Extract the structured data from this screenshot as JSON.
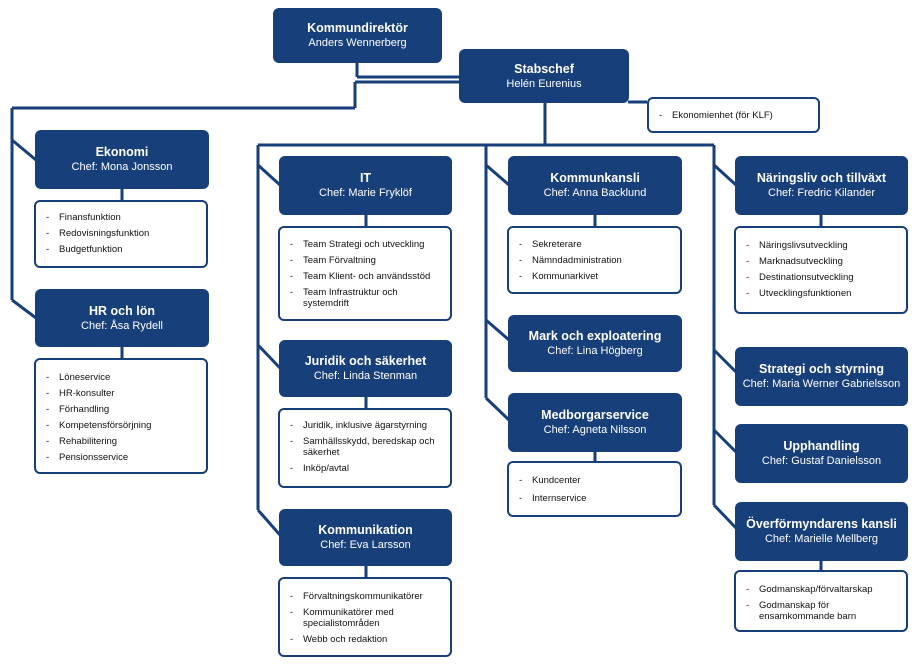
{
  "ceo": {
    "title": "Kommundirektör",
    "name": "Anders Wennerberg"
  },
  "stab": {
    "title": "Stabschef",
    "name": "Helén Eurenius"
  },
  "stab_note": "Ekonomienhet (för KLF)",
  "ekonomi": {
    "title": "Ekonomi",
    "name": "Chef: Mona Jonsson",
    "items": [
      "Finansfunktion",
      "Redovisningsfunktion",
      "Budgetfunktion"
    ]
  },
  "hr": {
    "title": "HR och lön",
    "name": "Chef: Åsa Rydell",
    "items": [
      "Löneservice",
      "HR-konsulter",
      "Förhandling",
      "Kompetensförsörjning",
      "Rehabilitering",
      "Pensionsservice"
    ]
  },
  "it": {
    "title": "IT",
    "name": "Chef: Marie Fryklöf",
    "items": [
      "Team Strategi och utveckling",
      "Team Förvaltning",
      "Team Klient- och användsstöd",
      "Team Infrastruktur och systemdrift"
    ]
  },
  "juridik": {
    "title": "Juridik och säkerhet",
    "name": "Chef: Linda Stenman",
    "items": [
      "Juridik, inklusive ägarstyrning",
      "Samhällsskydd, beredskap och säkerhet",
      "Inköp/avtal"
    ]
  },
  "kommunikation": {
    "title": "Kommunikation",
    "name": "Chef: Eva Larsson",
    "items": [
      "Förvaltningskommunikatörer",
      "Kommunikatörer med specialistområden",
      "Webb och redaktion"
    ]
  },
  "kansli": {
    "title": "Kommunkansli",
    "name": "Chef: Anna Backlund",
    "items": [
      "Sekreterare",
      "Nämndadministration",
      "Kommunarkivet"
    ]
  },
  "mark": {
    "title": "Mark och exploatering",
    "name": "Chef: Lina Högberg"
  },
  "medborgar": {
    "title": "Medborgarservice",
    "name": "Chef: Agneta Nilsson",
    "items": [
      "Kundcenter",
      "Internservice"
    ]
  },
  "naringsliv": {
    "title": "Näringsliv och tillväxt",
    "name": "Chef: Fredric Kilander",
    "items": [
      "Näringslivsutveckling",
      "Marknadsutveckling",
      "Destinationsutveckling",
      "Utvecklingsfunktionen"
    ]
  },
  "strategi": {
    "title": "Strategi och styrning",
    "name": "Chef: Maria Werner Gabrielsson"
  },
  "upphandling": {
    "title": "Upphandling",
    "name": "Chef: Gustaf Danielsson"
  },
  "overformyndare": {
    "title": "Överförmyndarens kansli",
    "name": "Chef: Marielle Mellberg",
    "items": [
      "Godmanskap/förvaltarskap",
      "Godmanskap för ensamkommande barn"
    ]
  },
  "colors": {
    "box": "#173f7a",
    "line": "#173f7a",
    "text_on_box": "#ffffff"
  }
}
